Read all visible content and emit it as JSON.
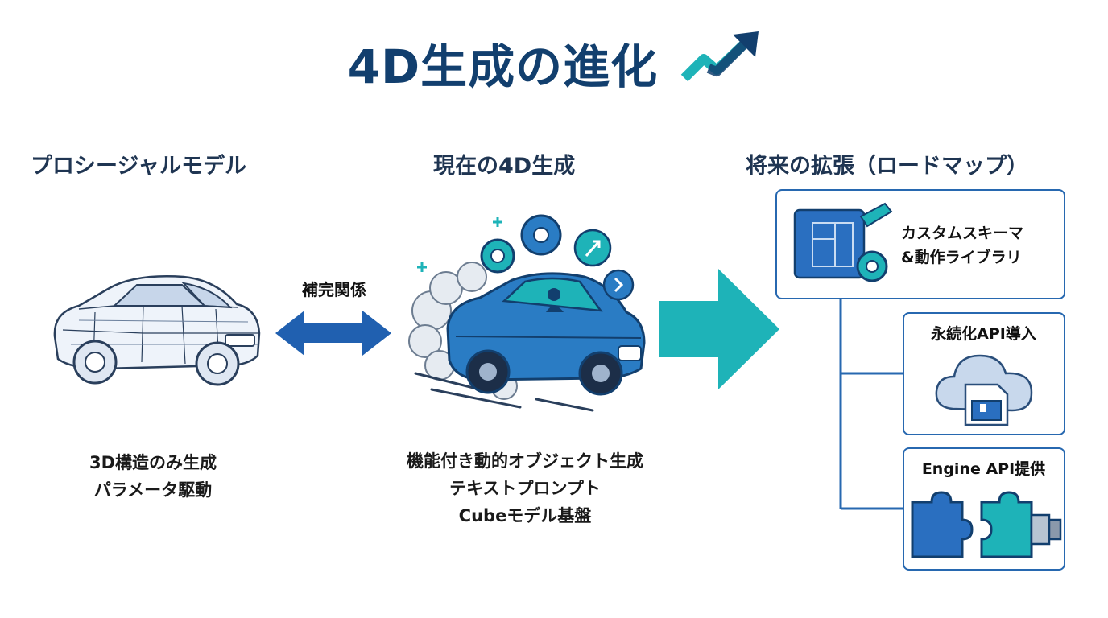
{
  "title": "4D生成の進化",
  "columns": {
    "left": {
      "heading": "プロシージャルモデル",
      "lines": [
        "3D構造のみ生成",
        "パラメータ駆動"
      ]
    },
    "middle": {
      "heading": "現在の4D生成",
      "lines": [
        "機能付き動的オブジェクト生成",
        "テキストプロンプト",
        "Cubeモデル基盤"
      ]
    },
    "right": {
      "heading": "将来の拡張（ロードマップ）"
    }
  },
  "relation_label": "補完関係",
  "roadmap": [
    {
      "line1": "カスタムスキーマ",
      "line2": "&動作ライブラリ",
      "icon": "blueprint-gear-icon"
    },
    {
      "label": "永続化API導入",
      "icon": "cloud-save-icon"
    },
    {
      "label": "Engine API提供",
      "icon": "puzzle-plug-icon"
    }
  ],
  "colors": {
    "navy": "#123f6e",
    "blue": "#2768b0",
    "teal": "#1eb3b8"
  }
}
